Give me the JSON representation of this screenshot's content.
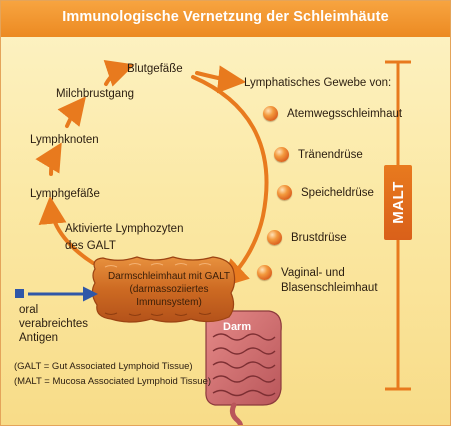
{
  "title": "Immunologische Vernetzung der Schleimhäute",
  "cycle": {
    "blutgefaesse": "Blutgefäße",
    "milchbrustgang": "Milchbrustgang",
    "lymphknoten": "Lymphknoten",
    "lymphgefaesse": "Lymphgefäße",
    "activated_line1": "Aktivierte Lymphozyten",
    "activated_line2": "des GALT"
  },
  "lymph_tissue_heading": "Lymphatisches Gewebe von:",
  "organs": [
    "Atemwegsschleimhaut",
    "Tränendrüse",
    "Speicheldrüse",
    "Brustdrüse",
    "Vaginal- und",
    "Blasenschleimhaut"
  ],
  "malt_label": "MALT",
  "gut_mucosa_line1": "Darmschleimhaut mit GALT",
  "gut_mucosa_line2": "(darmassoziiertes Immunsystem)",
  "darm_label": "Darm",
  "antigen": {
    "line1": "oral",
    "line2": "verabreichtes",
    "line3": "Antigen"
  },
  "legend": {
    "galt": "(GALT = Gut Associated Lymphoid Tissue)",
    "malt": "(MALT = Mucosa Associated Lymphoid Tissue)"
  },
  "colors": {
    "title_bar": "#ec8a22",
    "arrow_orange": "#e87a1e",
    "arrow_blue": "#2f57a8",
    "background": "#fbe9a6"
  }
}
